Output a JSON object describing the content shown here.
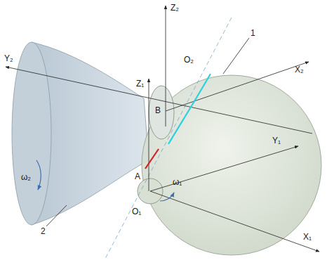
{
  "diagram": {
    "labels": [
      "Z₂",
      "1",
      "O₂",
      "Z₁",
      "X₂",
      "Y₂",
      "Y₁",
      "B",
      "ω₂",
      "A",
      "O₁",
      "ω₁",
      "X₁",
      "2"
    ]
  }
}
